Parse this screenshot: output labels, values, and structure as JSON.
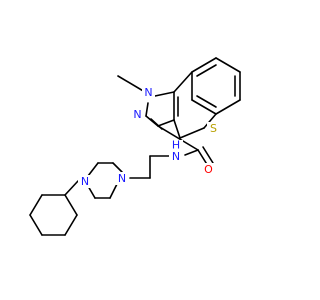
{
  "structure": {
    "atoms": [
      {
        "id": "N1",
        "text": "N",
        "color": "#1a1aff"
      },
      {
        "id": "N2",
        "text": "N",
        "color": "#1a1aff"
      },
      {
        "id": "S1",
        "text": "S",
        "color": "#b8a000"
      },
      {
        "id": "NH",
        "text": "N",
        "color": "#1a1aff"
      },
      {
        "id": "HN",
        "text": "H",
        "color": "#1a1aff"
      },
      {
        "id": "O1",
        "text": "O",
        "color": "#ff0000"
      },
      {
        "id": "Np1",
        "text": "N",
        "color": "#1a1aff"
      },
      {
        "id": "Np2",
        "text": "N",
        "color": "#1a1aff"
      }
    ]
  }
}
